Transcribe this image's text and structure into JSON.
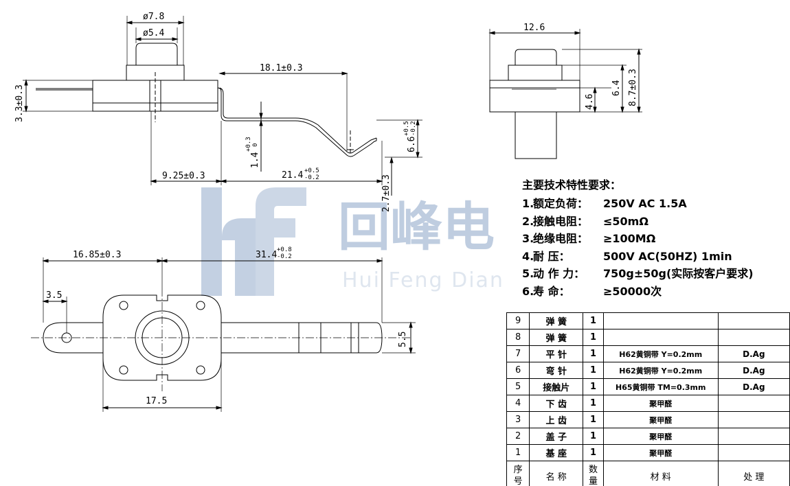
{
  "watermark": {
    "logo_letters": "hf",
    "name_cn": "回峰电",
    "name_pinyin": "Hui Feng Dian",
    "color": "#b9c8dc"
  },
  "side_view": {
    "dim_outer_dia": "ø7.8",
    "dim_inner_dia": "ø5.4",
    "dim_lever_len": "18.1±0.3",
    "dim_body_h": "3.3±0.3",
    "dim_lever_drop": "1.4",
    "dim_lever_drop_tol_up": "+0.3",
    "dim_lever_drop_tol_down": "0",
    "dim_tip_h": "6.6",
    "dim_tip_h_tol_up": "+0.5",
    "dim_tip_h_tol_down": "-0.2",
    "dim_offset": "9.25±0.3",
    "dim_span": "21.4",
    "dim_span_tol_up": "+0.5",
    "dim_span_tol_down": "-0.2",
    "dim_low_h": "2.7±0.3"
  },
  "end_view": {
    "dim_width": "12.6",
    "dim_h1": "4.6",
    "dim_h2": "6.4",
    "dim_h3": "8.7±0.3"
  },
  "top_view": {
    "dim_left": "16.85±0.3",
    "dim_right": "31.4",
    "dim_right_tol_up": "+0.8",
    "dim_right_tol_down": "-0.2",
    "dim_hole": "3.5",
    "dim_width": "5.5",
    "dim_body": "17.5"
  },
  "specs": {
    "title": "主要技术特性要求：",
    "items": [
      {
        "num": "1.",
        "name": "额定负荷：",
        "value": "250V AC 1.5A"
      },
      {
        "num": "2.",
        "name": "接触电阻：",
        "value": "≤50mΩ"
      },
      {
        "num": "3.",
        "name": "绝缘电阻：",
        "value": "≥100MΩ"
      },
      {
        "num": "4.",
        "name": "耐    压：",
        "value": "500V AC(50HZ) 1min"
      },
      {
        "num": "5.",
        "name": "动 作 力：",
        "value": "750g±50g(实际按客户要求)"
      },
      {
        "num": "6.",
        "name": "寿    命：",
        "value": "≥50000次"
      }
    ]
  },
  "bom": {
    "rows": [
      {
        "no": "9",
        "name": "弹 簧",
        "qty": "1",
        "material": "",
        "treatment": ""
      },
      {
        "no": "8",
        "name": "弹 簧",
        "qty": "1",
        "material": "",
        "treatment": ""
      },
      {
        "no": "7",
        "name": "平 针",
        "qty": "1",
        "material": "H62黄铜带 Y=0.2mm",
        "treatment": "D.Ag"
      },
      {
        "no": "6",
        "name": "弯 针",
        "qty": "1",
        "material": "H62黄铜带 Y=0.2mm",
        "treatment": "D.Ag"
      },
      {
        "no": "5",
        "name": "接触片",
        "qty": "1",
        "material": "H65黄铜带 TM=0.3mm",
        "treatment": "D.Ag"
      },
      {
        "no": "4",
        "name": "下 齿",
        "qty": "1",
        "material": "聚甲醛",
        "treatment": ""
      },
      {
        "no": "3",
        "name": "上 齿",
        "qty": "1",
        "material": "聚甲醛",
        "treatment": ""
      },
      {
        "no": "2",
        "name": "盖 子",
        "qty": "1",
        "material": "聚甲醛",
        "treatment": ""
      },
      {
        "no": "1",
        "name": "基 座",
        "qty": "1",
        "material": "聚甲醛",
        "treatment": ""
      }
    ],
    "header": {
      "no": "序号",
      "name": "名 称",
      "qty": "数量",
      "material": "材  料",
      "treatment": "处  理"
    }
  }
}
